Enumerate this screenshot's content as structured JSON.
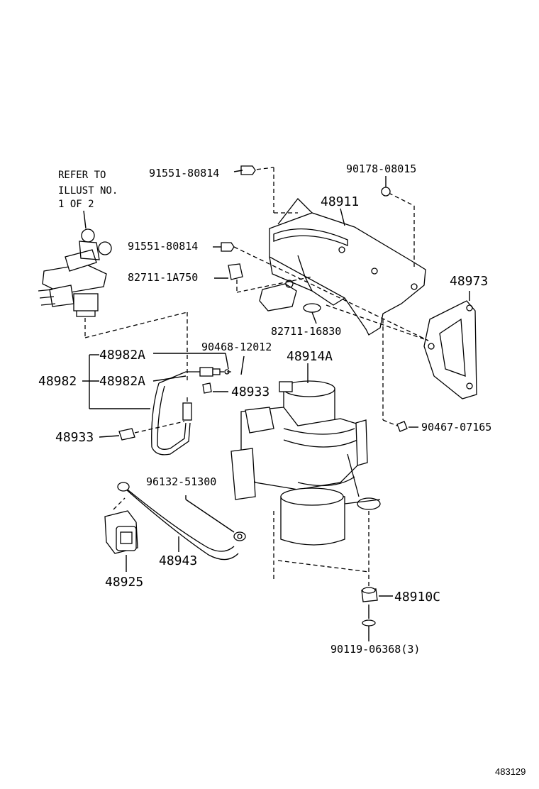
{
  "note": {
    "line1": "REFER TO",
    "line2": "ILLUST NO.",
    "line3": "1 OF 2"
  },
  "labels": {
    "p91551_top": "91551-80814",
    "p91551_mid": "91551-80814",
    "p90178": "90178-08015",
    "p48911": "48911",
    "p82711_1a": "82711-1A750",
    "p48973": "48973",
    "p82711_16": "82711-16830",
    "p90468": "90468-12012",
    "p48982a_1": "48982A",
    "p48982": "48982",
    "p48982a_2": "48982A",
    "p48914a": "48914A",
    "p48933_1": "48933",
    "p48933_2": "48933",
    "p90467": "90467-07165",
    "p96132": "96132-51300",
    "p48943": "48943",
    "p48925": "48925",
    "p48910c": "48910C",
    "p90119": "90119-06368(3)"
  },
  "figure_number": "483129"
}
